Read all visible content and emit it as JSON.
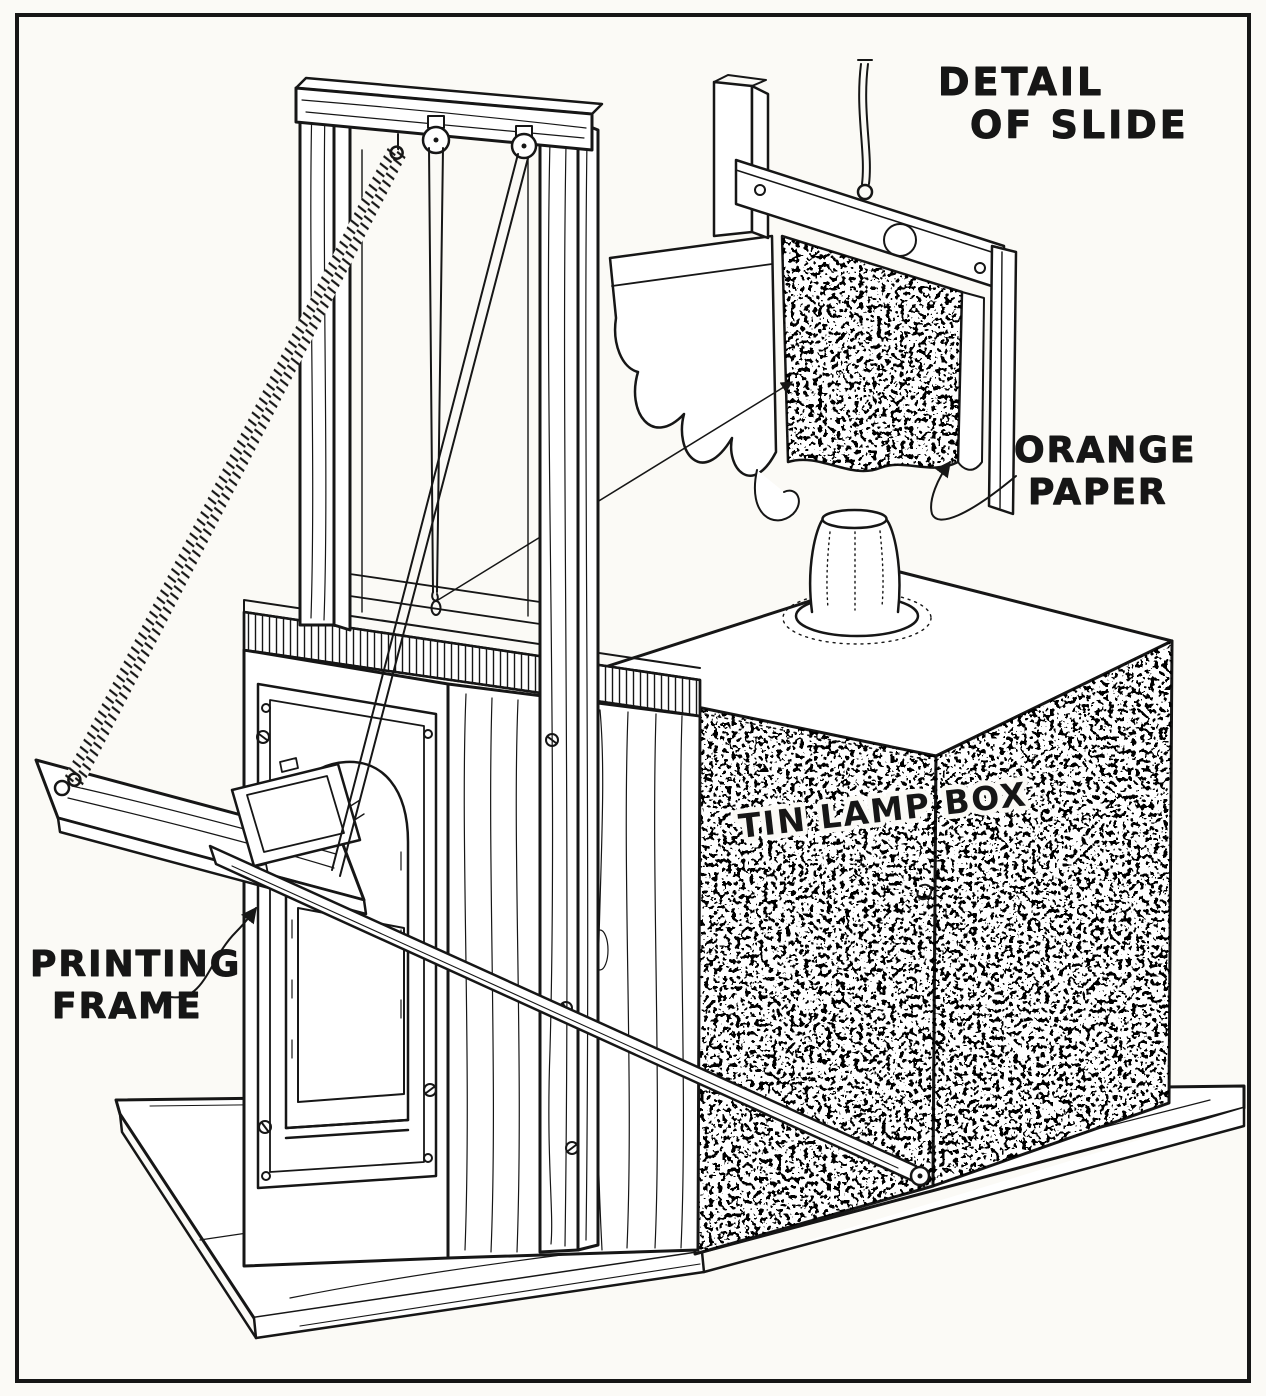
{
  "illustration": {
    "ink_color": "#161616",
    "paper_color": "#fbfaf6",
    "labels": {
      "detail_of_slide": {
        "line1": "DETAIL",
        "line2": "OF SLIDE"
      },
      "orange_paper": {
        "line1": "ORANGE",
        "line2": "PAPER"
      },
      "printing_frame": {
        "line1": "PRINTING",
        "line2": "FRAME"
      },
      "tin_lamp_box": "TIN LAMP BOX"
    }
  }
}
